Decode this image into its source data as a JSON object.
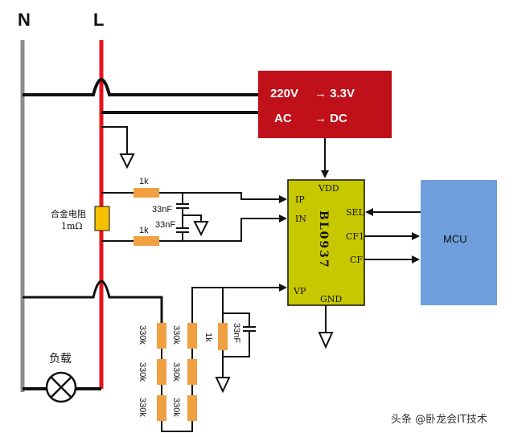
{
  "labels": {
    "neutral": "N",
    "live": "L",
    "power_line1_left": "220V",
    "power_line1_arrow": "→ 3.3V",
    "power_line2_left": "AC",
    "power_line2_arrow": "→ DC",
    "shunt_name": "合金电阻",
    "shunt_value": "1mΩ",
    "res_ip": "1k",
    "res_in": "1k",
    "cap_1": "33nF",
    "cap_2": "33nF",
    "chip_name": "BL0937",
    "pin_vdd": "VDD",
    "pin_ip": "IP",
    "pin_in": "IN",
    "pin_vp": "VP",
    "pin_gnd": "GND",
    "pin_sel": "SEL",
    "pin_cf1": "CF1",
    "pin_cf": "CF",
    "mcu": "MCU",
    "load": "负载",
    "r_div_a1": "330k",
    "r_div_a2": "330k",
    "r_div_a3": "330k",
    "r_div_b1": "330k",
    "r_div_b2": "330k",
    "r_div_b3": "330k",
    "r_low": "1k",
    "cap_vp": "33nF",
    "watermark": "头条 @卧龙会IT技术"
  },
  "colors": {
    "neutral_wire": "#8c8c8c",
    "live_wire": "#e8141c",
    "power_block": "#c0101a",
    "chip": "#c8c800",
    "mcu": "#6e9fdc",
    "resistor": "#f0a040",
    "shunt": "#f5c000"
  }
}
